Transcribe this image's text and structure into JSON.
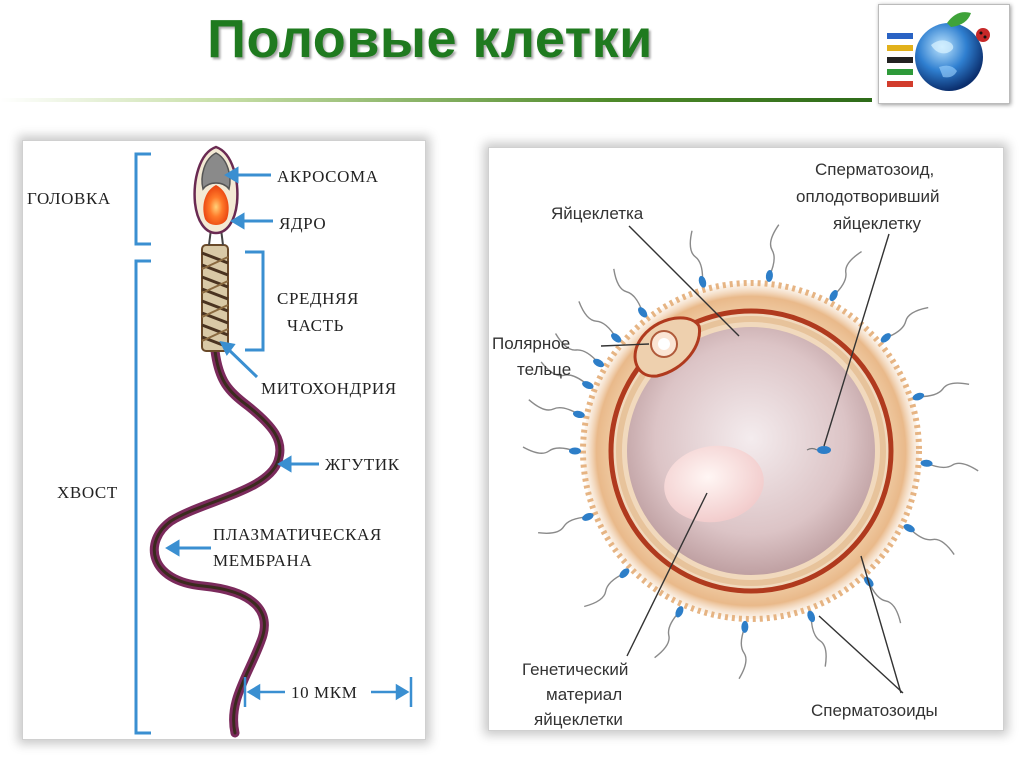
{
  "slide": {
    "title": "Половые клетки"
  },
  "colors": {
    "title_green": "#1f7a1f",
    "bracket_blue": "#3a8fd1",
    "tail_outline": "#7b2a5c",
    "egg_ring": "#b03a1e"
  },
  "icons": {
    "logo": "globe-logo-icon"
  },
  "sperm_diagram": {
    "labels": {
      "head": "ГОЛОВКА",
      "tail": "ХВОСТ",
      "acrosome": "АКРОСОМА",
      "nucleus": "ЯДРО",
      "midpiece_line1": "СРЕДНЯЯ",
      "midpiece_line2": "ЧАСТЬ",
      "mitochondria": "МИТОХОНДРИЯ",
      "flagellum": "ЖГУТИК",
      "membrane_line1": "ПЛАЗМАТИЧЕСКАЯ",
      "membrane_line2": "МЕМБРАНА",
      "scale": "10 МКМ"
    }
  },
  "egg_diagram": {
    "labels": {
      "egg": "Яйцеклетка",
      "fertilizing_line1": "Сперматозоид,",
      "fertilizing_line2": "оплодотворивший",
      "fertilizing_line3": "яйцеклетку",
      "polar_line1": "Полярное",
      "polar_line2": "тельце",
      "genetic_line1": "Генетический",
      "genetic_line2": "материал",
      "genetic_line3": "яйцеклетки",
      "sperms": "Сперматозоиды"
    }
  }
}
